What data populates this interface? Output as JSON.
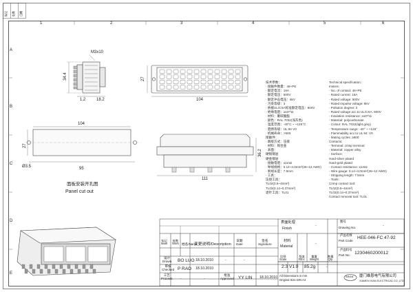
{
  "border": {
    "columns": [
      "1",
      "2",
      "3",
      "4",
      "5",
      "6"
    ],
    "rows": [
      "A",
      "B",
      "C",
      "D",
      "E"
    ]
  },
  "drawing": {
    "dim_side_thread": "M3x10",
    "dim_side_height": "34.4",
    "dim_side_w1": "1.2",
    "dim_side_w2": "18.2",
    "dim_front_width": "104",
    "dim_front_height": "27",
    "dim_cut_top": "104",
    "dim_cut_height": "27",
    "dim_cut_bottom": "95",
    "dim_cut_hole": "Ø3.5",
    "dim_bottom_height": "36.2",
    "dim_bottom_width": "111",
    "panel_cutout_cn": "面板安装开孔图",
    "panel_cutout_en": "Panel cut out"
  },
  "spec_cn": [
    "技术参数：",
    "· 接触件数量：46+PE",
    "· 额定电流：16A",
    "· 额定电压：500V",
    "· 额定冲击电压：6kV",
    "· 污染等级：3",
    "· 依据UL/CSA标准额定电压：600V",
    "· 绝缘电阻：≥10¹⁰Ω",
    "· 材料：聚碳酸酯",
    "· 颜色：RAL 7032(浅灰色)",
    "· 温度范围：-40°C ~ +125°C",
    "· 阻燃等级：UL 94 V0",
    "· 机械寿命：>500",
    "接触件：",
    "· 端接方式：压接",
    "· 材料：铜合金",
    "· 表面：",
    "  硬银镀层",
    "  硬金镀层",
    "· 接触电阻：≤1mΩ",
    "· 导线规格：0.14~4.0mm²(26~12 AWG)",
    "· 剥线长度：7.5mm",
    "· 工具：",
    "  压接工具：",
    "  TL02(0.5~4mm²)",
    "  TL03(0.14~0.37mm²)",
    "  退针工具：TL01"
  ],
  "spec_en": [
    "Technical specification:",
    "Insters:",
    "- No. of contact: 46+PE",
    "- Rated current: 16A",
    "- Rated voltage: 500V",
    "- Rated impulse voltage: 6kV",
    "- Pollution degree: 3",
    "- Rated voltage acc.to UL/CSA: 600V",
    "- Insulation resistance: ≥10¹⁰Ω",
    "- Material: polycarbonate",
    "- Colour: RAL 7032(light grey)",
    "- Temperature range: -40° ~ +125°",
    "- Flammability acc.to UL 94: V0",
    "- Mating cycles: ≥500",
    "Contacts:",
    "- Terminal: crimp terminal",
    "- Material: copper alloy",
    "- Surface:",
    "    Hard-silver plated",
    "    Hard-gold plated",
    "- Contact resistance: ≤1mΩ",
    "- Wire gauge: 0.14~4.0mm²(26~12 AWG)",
    "- Stripping length: 7.5mm",
    "- Tools:",
    "    Crimp contact tool:",
    "    TL02(0.5~4mm²)",
    "    TL03(0.14~0.37mm²)",
    "    Contact removal tool: TL01"
  ],
  "title_block": {
    "finish_cn": "表面处理",
    "finish_en": "Finish",
    "material_cn": "材料",
    "material_en": "Material",
    "material_val": "-",
    "finish_val": "-",
    "drawing_no_cn": "图号",
    "drawing_no_en": "Drawing No.",
    "drawing_no_val": "-",
    "part_name_cn": "产品名称",
    "part_name_en": "Part Code",
    "part_name_val": "HEE-046-FC 47-92",
    "part_no_cn": "产品料号",
    "part_no_en": "Part No.",
    "part_no_val": "1230460200012",
    "mark_cn": "标记",
    "mark_en": "Mark",
    "work_cn": "处数",
    "work_en": "Work",
    "name_cn": "姓名",
    "name_en": "Name",
    "desc_cn": "变更说明",
    "desc_en": "Description",
    "date_cn": "日期",
    "date_en": "Date",
    "sign_cn": "签名",
    "sign_en": "Signature",
    "drawn_cn": "设计",
    "drawn_en": "Drawn",
    "drawn_name": "BO LUO",
    "drawn_date": "18.10.2010",
    "drawn_sign": "-",
    "drawn_date2": "-",
    "checked_cn": "审核",
    "checked_en": "Checked",
    "checked_name": "P RAO",
    "checked_date": "18.10.2010",
    "process_cn": "工艺",
    "process_en": "Process",
    "process_name": "-",
    "process_date": "-",
    "approved_cn": "批准",
    "approved_en": "Approved",
    "approved_name": "YY LIN",
    "approved_date": "18.10.2010",
    "scale_cn": "比例",
    "scale_en": "Scale",
    "scale_val": "2:3",
    "rev_cn": "版本",
    "rev_en": "REV.",
    "rev_val": "V1.0",
    "weight_cn": "重量",
    "weight_en": "Weight",
    "weight_val": "85.2g",
    "qty_cn": "数量",
    "qty_en": "Qty.",
    "qty_val": "-",
    "std_line1": "All Dimensions in mm",
    "std_line2": "Original Size DIN A4",
    "company_cn": "厦门维恩电气有限公司",
    "company_en": "XIAMEN VIAN ELECTRICAL CO.,LTD",
    "logo_text": "WEAN"
  },
  "rev_stub": [
    "标记",
    "处数",
    "日期"
  ]
}
